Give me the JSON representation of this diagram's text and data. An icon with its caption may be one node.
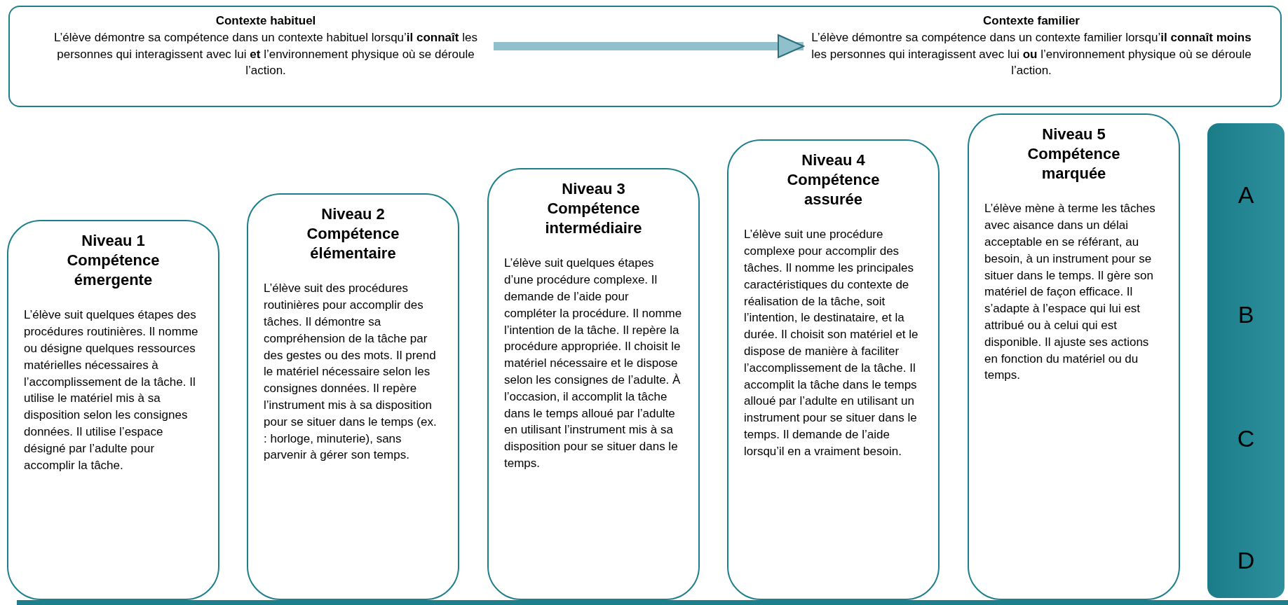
{
  "diagram": {
    "nodes": [
      {
        "text": [],
        "shape": "box"
      },
      {
        "text": [
          "Contexte habituel",
          "L’élève démontre sa compétence dans un contexte habituel lorsqu’**il connaît** les personnes qui interagissent avec lui **et** l’environnement physique où se déroule l’action."
        ],
        "in": 0
      },
      {
        "text": [
          "Contexte familier",
          "L’élève démontre sa compétence dans un contexte familier lorsqu’**il connaît moins** les personnes qui interagissent avec lui **ou** l’environnement physique où se déroule l’action."
        ],
        "in": 0
      },
      {
        "text": [
          "Niveau 1 Compétence émergente",
          "L’élève suit quelques étapes des procédures routinières. Il nomme ou désigne quelques ressources matérielles nécessaires à l’accomplissement de la tâche. Il utilise le matériel mis à sa disposition selon les consignes données. Il utilise l’espace désigné par l’adulte pour accomplir la tâche."
        ]
      },
      {
        "text": [
          "Niveau 2 Compétence élémentaire",
          "L’élève suit des procédures routinières pour accomplir des tâches. Il démontre sa compréhension de la tâche par des gestes ou des mots. Il prend le matériel nécessaire selon les consignes données. Il repère l’instrument mis à sa disposition pour se situer dans le temps (ex. : horloge, minuterie), sans  parvenir à gérer son temps."
        ]
      },
      {
        "text": [
          "Niveau 3 Compétence intermédiaire",
          "L’élève suit quelques étapes d’une procédure complexe. Il demande de l’aide pour compléter la procédure. Il nomme l’intention de la tâche. Il repère la procédure appropriée. Il choisit le matériel nécessaire et le dispose selon les consignes de l’adulte. À l’occasion, il accomplit la tâche dans le temps alloué par l’adulte en utilisant l’instrument mis à sa disposition pour se situer dans le temps."
        ]
      },
      {
        "text": [
          "Niveau 4 Compétence assurée",
          "L’élève suit une procédure complexe pour accomplir des tâches. Il nomme les principales caractéristiques du contexte de réalisation de la tâche, soit l’intention, le destinataire, et la durée. Il choisit son matériel et le dispose de manière à faciliter l’accomplissement de la tâche. Il accomplit la tâche dans le temps alloué par l’adulte en utilisant un instrument pour se situer dans le temps. Il demande de l’aide lorsqu’il en a vraiment besoin."
        ]
      },
      {
        "text": [
          "Niveau 5 Compétence marquée",
          "L’élève mène à terme les tâches avec aisance dans un délai acceptable en se référant, au besoin, à un instrument pour se situer dans le temps. Il gère son matériel de façon efficace. Il s’adapte à l’espace qui lui est attribué ou à celui qui est disponible. Il ajuste ses actions en fonction du matériel ou du temps."
        ]
      },
      {
        "text": [
          "A",
          "B",
          "C",
          "D"
        ]
      }
    ],
    "edges": [
      {
        "from": 1,
        "to": 2,
        "arrow": "to"
      }
    ]
  }
}
